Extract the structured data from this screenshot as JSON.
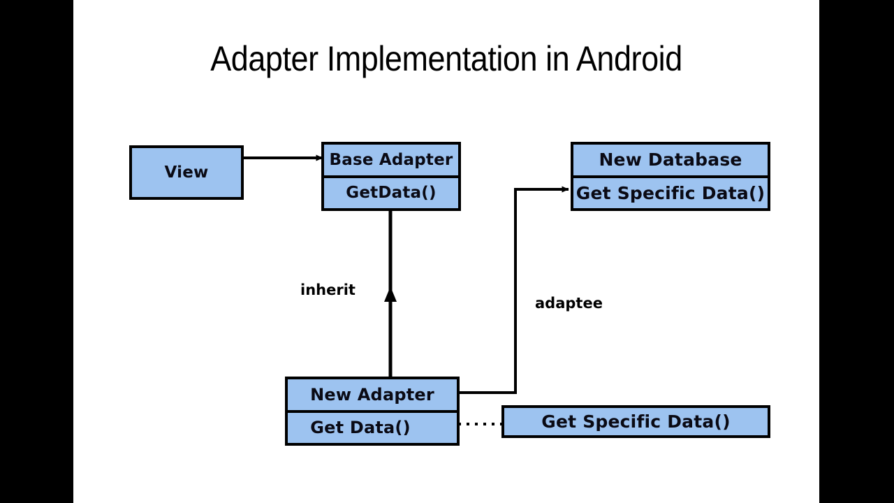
{
  "slide": {
    "title": "Adapter Implementation in Android",
    "background_color": "#ffffff",
    "pillarbox_color": "#000000",
    "box_fill_color": "#9DC3F0",
    "box_border_color": "#000000"
  },
  "diagram": {
    "type": "uml-class-diagram",
    "boxes": [
      {
        "id": "view",
        "name": "View",
        "rows": [
          "View"
        ]
      },
      {
        "id": "base-adapter",
        "name": "Base Adapter",
        "rows": [
          "Base Adapter",
          "GetData()"
        ]
      },
      {
        "id": "new-database",
        "name": "New Database",
        "rows": [
          "New Database",
          "Get Specific Data()"
        ]
      },
      {
        "id": "new-adapter",
        "name": "New Adapter",
        "rows": [
          "New Adapter",
          "Get Data()"
        ]
      },
      {
        "id": "get-specific-data",
        "name": "Get Specific Data",
        "rows": [
          "Get Specific Data()"
        ]
      }
    ],
    "edges": [
      {
        "id": "view-to-base-adapter",
        "from": "view",
        "to": "base-adapter",
        "label": "",
        "style": "solid",
        "arrowhead": "filled-triangle"
      },
      {
        "id": "new-adapter-inherits-base-adapter",
        "from": "new-adapter",
        "to": "base-adapter",
        "label": "inherit",
        "style": "solid",
        "arrowhead": "filled-triangle"
      },
      {
        "id": "new-adapter-adaptee-new-database",
        "from": "new-adapter",
        "to": "new-database",
        "label": "adaptee",
        "style": "solid",
        "arrowhead": "filled-triangle"
      },
      {
        "id": "get-data-delegates-get-specific-data",
        "from": "new-adapter",
        "to": "get-specific-data",
        "label": "",
        "style": "dotted",
        "arrowhead": "ball-socket"
      }
    ]
  }
}
